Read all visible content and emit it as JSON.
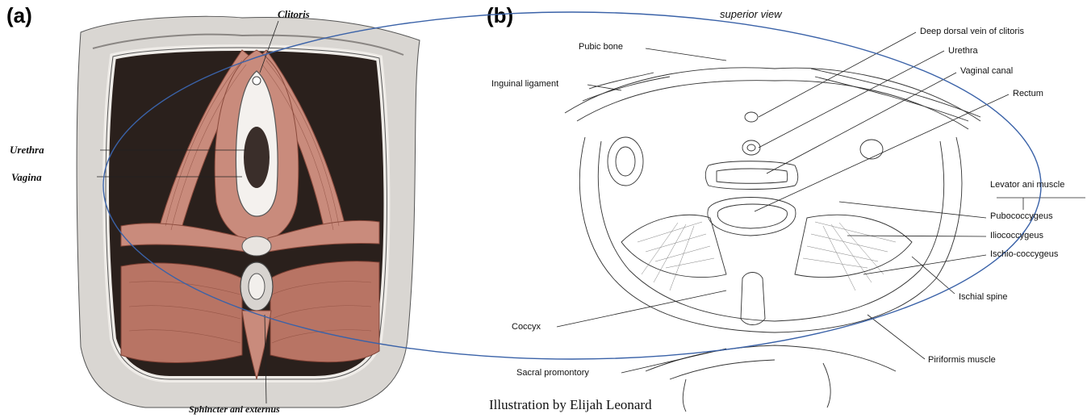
{
  "panel_a": {
    "letter": "(a)",
    "labels": {
      "clitoris": "Clitoris",
      "urethra": "Urethra",
      "vagina": "Vagina",
      "sphincter": "Sphincter ani externus"
    }
  },
  "panel_b": {
    "letter": "(b)",
    "view": "superior view",
    "labels": {
      "pubic_bone": "Pubic bone",
      "inguinal_ligament": "Inguinal ligament",
      "deep_dorsal_vein": "Deep dorsal vein of clitoris",
      "urethra": "Urethra",
      "vaginal_canal": "Vaginal canal",
      "rectum": "Rectum",
      "levator_ani": "Levator ani muscle",
      "pubococcygeus": "Pubococcygeus",
      "iliococcygeus": "Iliococcygeus",
      "ischiococcygeus": "Ischio-coccygeus",
      "ischial_spine": "Ischial spine",
      "coccyx": "Coccyx",
      "piriformis": "Piriformis muscle",
      "sacral_promontory": "Sacral promontory"
    },
    "credit": "Illustration by Elijah Leonard"
  },
  "colors": {
    "muscle": "#c98b7c",
    "muscle_dark": "#8a4a3c",
    "cavity": "#2a201c",
    "ellipse": "#3a62a8"
  }
}
